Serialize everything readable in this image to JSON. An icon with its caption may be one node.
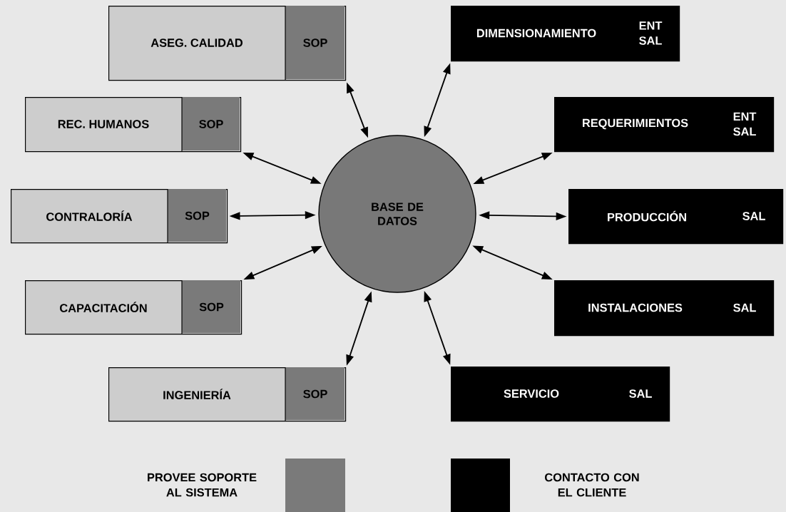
{
  "diagram": {
    "nodes": [
      {
        "text": [
          "ASEG. CALIDAD",
          "SOP"
        ]
      },
      {
        "text": [
          "REC. HUMANOS",
          "SOP"
        ]
      },
      {
        "text": [
          "CONTRALORÍA",
          "SOP"
        ]
      },
      {
        "text": [
          "CAPACITACIÓN",
          "SOP"
        ]
      },
      {
        "text": [
          "INGENIERÍA",
          "SOP"
        ]
      },
      {
        "text": [
          "DIMENSIONAMIENTO",
          "ENT SAL"
        ]
      },
      {
        "text": [
          "REQUERIMIENTOS",
          "ENT SAL"
        ]
      },
      {
        "text": [
          "PRODUCCIÓN",
          "SAL"
        ]
      },
      {
        "text": [
          "INSTALACIONES",
          "SAL"
        ]
      },
      {
        "text": [
          "SERVICIO",
          "SAL"
        ]
      },
      {
        "text": [
          "BASE DE DATOS"
        ]
      }
    ],
    "edges": [
      {
        "from": 0,
        "to": 10,
        "arrow": "both"
      },
      {
        "from": 1,
        "to": 10,
        "arrow": "both"
      },
      {
        "from": 2,
        "to": 10,
        "arrow": "both"
      },
      {
        "from": 3,
        "to": 10,
        "arrow": "both"
      },
      {
        "from": 4,
        "to": 10,
        "arrow": "both"
      },
      {
        "from": 5,
        "to": 10,
        "arrow": "both"
      },
      {
        "from": 6,
        "to": 10,
        "arrow": "both"
      },
      {
        "from": 7,
        "to": 10,
        "arrow": "both"
      },
      {
        "from": 8,
        "to": 10,
        "arrow": "both"
      },
      {
        "from": 9,
        "to": 10,
        "arrow": "both"
      }
    ],
    "legend": [
      {
        "text": "PROVEE SOPORTE AL SISTEMA",
        "color": "#7a7a7a"
      },
      {
        "text": "CONTACTO CON EL CLIENTE",
        "color": "#000000"
      }
    ]
  }
}
